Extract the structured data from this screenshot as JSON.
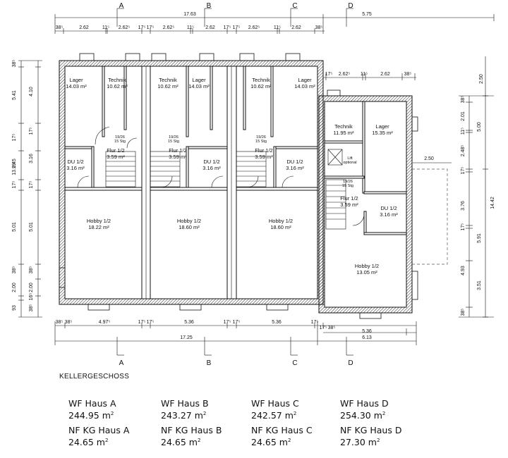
{
  "title": "KELLERGESCHOSS",
  "sections": [
    "A",
    "B",
    "C",
    "D"
  ],
  "rooms": [
    {
      "name": "Lager",
      "area": "14.03 m²"
    },
    {
      "name": "Technik",
      "area": "10.62 m²"
    },
    {
      "name": "Technik",
      "area": "10.62 m²"
    },
    {
      "name": "Lager",
      "area": "14.03 m²"
    },
    {
      "name": "Technik",
      "area": "10.62 m²"
    },
    {
      "name": "Lager",
      "area": "14.03 m²"
    },
    {
      "name": "Technik",
      "area": "11.95 m²"
    },
    {
      "name": "Lager",
      "area": "15.35 m²"
    },
    {
      "name": "DU 1/2",
      "area": "3.16 m²"
    },
    {
      "name": "Flur 1/2",
      "area": "3.59 m²"
    },
    {
      "name": "Flur 1/2",
      "area": "3.59 m²"
    },
    {
      "name": "DU 1/2",
      "area": "3.16 m²"
    },
    {
      "name": "Flur 1/2",
      "area": "3.59 m²"
    },
    {
      "name": "DU 1/2",
      "area": "3.16 m²"
    },
    {
      "name": "Flur 1/2",
      "area": "3.59 m²"
    },
    {
      "name": "DU 1/2",
      "area": "3.16 m²"
    },
    {
      "name": "Hobby 1/2",
      "area": "18.22 m²"
    },
    {
      "name": "Hobby 1/2",
      "area": "18.60 m²"
    },
    {
      "name": "Hobby 1/2",
      "area": "18.60 m²"
    },
    {
      "name": "Hobby 1/2",
      "area": "13.05 m²"
    }
  ],
  "stairs": [
    {
      "steps": "19/26",
      "count": "15 Stg"
    },
    {
      "steps": "19/26",
      "count": "15 Stg"
    },
    {
      "steps": "19/26",
      "count": "15 Stg"
    },
    {
      "steps": "19/26",
      "count": "15 Stg"
    }
  ],
  "lift_note": [
    "Lift",
    "optional"
  ],
  "dims_top_overall": [
    "17.63",
    "5.75"
  ],
  "dims_top_detail": [
    "38⁵",
    "2.62",
    "11⁵",
    "2.62⁵",
    "17⁵",
    "17⁵",
    "2.62⁵",
    "11⁵",
    "2.62",
    "17⁵",
    "17⁵",
    "2.62⁵",
    "11⁵",
    "2.62",
    "38⁵"
  ],
  "dims_d_top": [
    "17⁵",
    "2.62⁵",
    "11⁵",
    "2.62",
    "38⁵"
  ],
  "dims_bottom_detail": [
    "38⁵",
    "38⁵",
    "4.97⁵",
    "17⁵",
    "17⁵",
    "5.36",
    "17⁵",
    "17⁵",
    "5.36",
    "17⁵",
    "17⁵",
    "38⁵",
    "5.36"
  ],
  "dims_bottom_overall": [
    "17.25",
    "6.13"
  ],
  "dims_left_outer": [
    "13.99",
    "38⁵",
    "5.41",
    "17⁵",
    "2.45",
    "17⁵",
    "5.01",
    "38⁵",
    "2.00",
    "93"
  ],
  "dims_left_inner": [
    "4.10",
    "17⁵",
    "3.16",
    "17⁵",
    "5.01",
    "38⁵",
    "2.00",
    "16⁵",
    "38⁵"
  ],
  "dims_right": [
    "2.50",
    "14.42",
    "38⁵",
    "2.01",
    "11⁵",
    "2.48⁵",
    "17⁵",
    "3.76",
    "5.00",
    "5.91",
    "17⁵",
    "4.93",
    "3.51",
    "38⁵",
    "2.50"
  ],
  "stats": [
    {
      "wf_label": "WF Haus A",
      "wf_value": "244.95 m",
      "nf_label": "NF KG Haus A",
      "nf_value": "24.65 m"
    },
    {
      "wf_label": "WF Haus B",
      "wf_value": "243.27 m",
      "nf_label": "NF KG Haus B",
      "nf_value": "24.65 m"
    },
    {
      "wf_label": "WF Haus C",
      "wf_value": "242.57 m",
      "nf_label": "NF KG Haus C",
      "nf_value": "24.65 m"
    },
    {
      "wf_label": "WF Haus D",
      "wf_value": "254.30 m",
      "nf_label": "NF KG Haus D",
      "nf_value": "27.30 m"
    }
  ],
  "unit_superscript": "2"
}
